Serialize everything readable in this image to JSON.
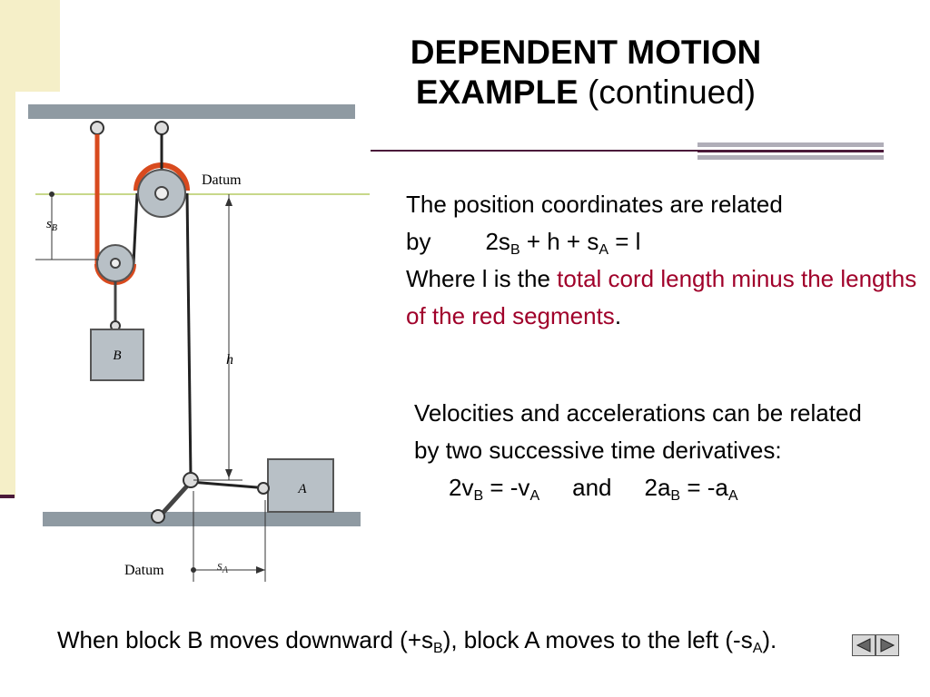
{
  "title": {
    "bold": "DEPENDENT MOTION EXAMPLE",
    "normal": "(continued)"
  },
  "para1": {
    "line1": "The position coordinates are related",
    "by": "by",
    "eq_2s": "2s",
    "sub_B": "B",
    "eq_mid": " + h + s",
    "sub_A": "A",
    "eq_end": " = l",
    "where": "Where l is the ",
    "red": "total cord length minus the lengths of the red segments",
    "period": "."
  },
  "para2": {
    "line": "Velocities and accelerations can be related by two successive time derivatives:",
    "v_lhs": "2v",
    "v_sub_B": "B",
    "v_mid": " = -v",
    "v_sub_A": "A",
    "and": "and",
    "a_lhs": "2a",
    "a_sub_B": "B",
    "a_mid": " = -a",
    "a_sub_A": "A"
  },
  "bottom": {
    "part1": "When block B moves downward (+s",
    "sub1": "B",
    "part2": "), block A moves to the left (-s",
    "sub2": "A",
    "part3": ")."
  },
  "figure": {
    "datum_top": "Datum",
    "datum_bottom": "Datum",
    "s_B": "s",
    "s_B_sub": "B",
    "h": "h",
    "s_A": "s",
    "s_A_sub": "A",
    "block_B": "B",
    "block_A": "A"
  },
  "colors": {
    "accent": "#a0002a",
    "band": "#f5efc8",
    "rule": "#4b1a3a",
    "red_cord": "#d84a1e"
  },
  "nav": {
    "prev_icon": "triangle-left-icon",
    "next_icon": "triangle-right-icon"
  }
}
